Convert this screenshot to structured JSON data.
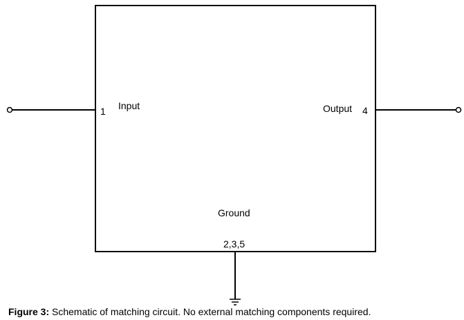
{
  "diagram": {
    "pins": {
      "input_number": "1",
      "input_label": "Input",
      "output_label": "Output",
      "output_number": "4",
      "ground_label": "Ground",
      "ground_numbers": "2,3,5"
    }
  },
  "caption": {
    "prefix": "Figure 3:",
    "text": " Schematic of matching circuit. No external matching components required."
  }
}
